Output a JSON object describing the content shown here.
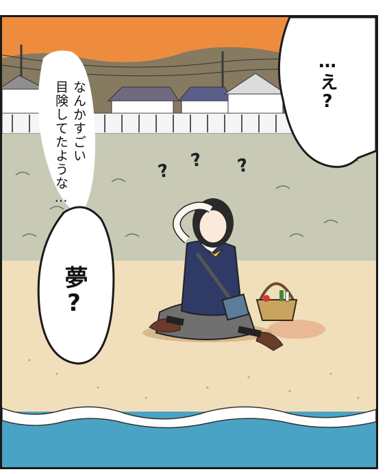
{
  "panel": {
    "speech_right": "…え?",
    "thought_left_col1": "なんかすごい",
    "thought_left_col2": "目険してたような…",
    "speech_dream": "夢?",
    "question_marks": [
      "?",
      "?",
      "?"
    ]
  },
  "colors": {
    "sky": "#f08a3a",
    "hills": "#8a7c63",
    "wall": "#c9cbb8",
    "sand": "#f1dfbb",
    "sea": "#4aa3c4",
    "foam": "#ffffff"
  }
}
